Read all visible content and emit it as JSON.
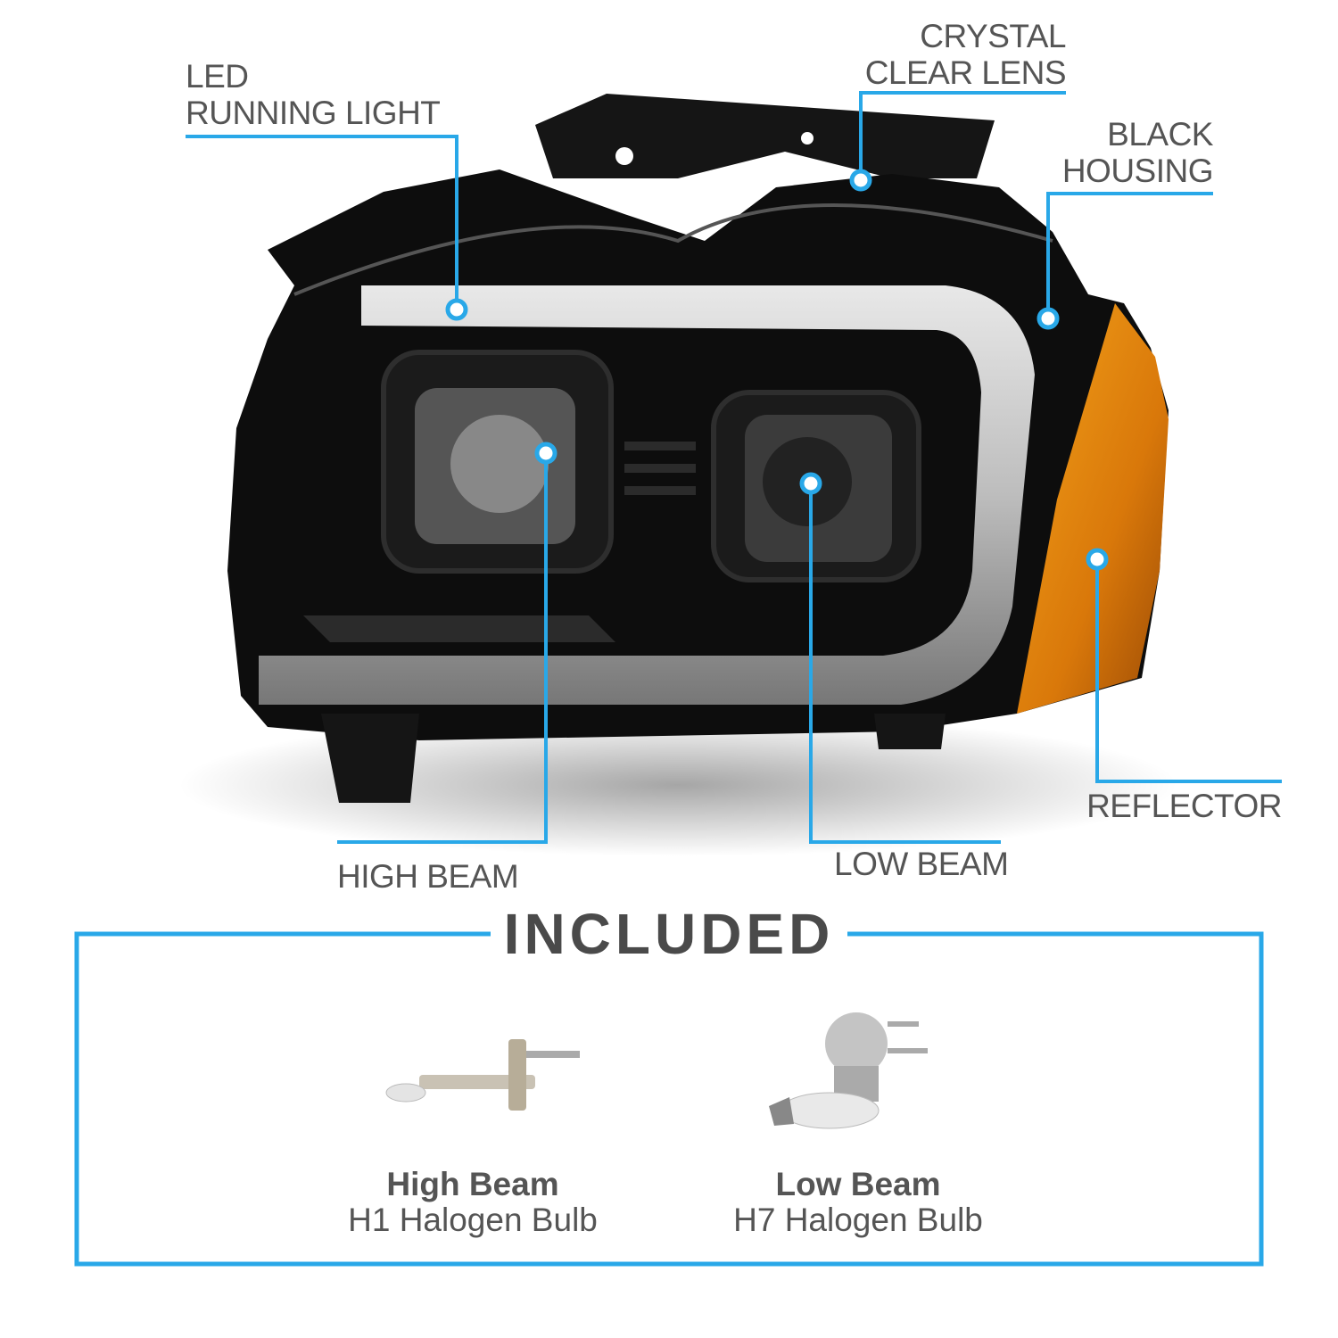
{
  "colors": {
    "accent": "#29a8e8",
    "text": "#555555",
    "amber": "#e08a0c",
    "housing": "#111111"
  },
  "callouts": {
    "led_running_light": [
      "LED",
      "RUNNING LIGHT"
    ],
    "crystal_clear_lens": [
      "CRYSTAL",
      "CLEAR LENS"
    ],
    "black_housing": [
      "BLACK",
      "HOUSING"
    ],
    "high_beam": "HIGH BEAM",
    "low_beam": "LOW BEAM",
    "reflector": "REFLECTOR"
  },
  "included": {
    "title": "INCLUDED",
    "items": [
      {
        "name": "High Beam",
        "desc": "H1 Halogen Bulb"
      },
      {
        "name": "Low Beam",
        "desc": "H7 Halogen Bulb"
      }
    ]
  }
}
